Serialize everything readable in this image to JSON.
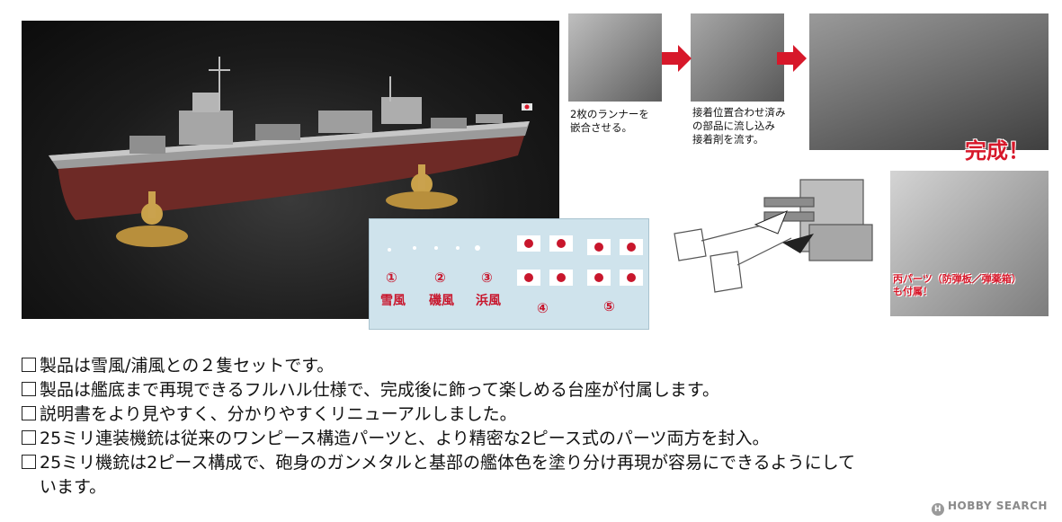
{
  "captions": {
    "step1": [
      "2枚のランナーを",
      "嵌合させる。"
    ],
    "step2": [
      "接着位置合わせ済み",
      "の部品に流し込み",
      "接着剤を流す。"
    ],
    "complete": "完成！",
    "parts_note": [
      "丙パーツ（防弾板／弾薬箱）",
      "も付属！"
    ]
  },
  "decal": {
    "numbers": [
      "①",
      "②",
      "③",
      "④",
      "⑤"
    ],
    "names": [
      "雪風",
      "磯風",
      "浜風"
    ]
  },
  "bullets": [
    "製品は雪風/浦風との２隻セットです。",
    "製品は艦底まで再現できるフルハル仕様で、完成後に飾って楽しめる台座が付属します。",
    "説明書をより見やすく、分かりやすくリニューアルしました。",
    "25ミリ連装機銃は従来のワンピース構造パーツと、より精密な2ピース式のパーツ両方を封入。",
    "25ミリ機銃は2ピース構成で、砲身のガンメタルと基部の艦体色を塗り分け再現が容易にできるようにして",
    "います。"
  ],
  "watermark": "HOBBY SEARCH",
  "colors": {
    "accent_red": "#d7182a",
    "decal_bg": "#cfe3ec"
  }
}
